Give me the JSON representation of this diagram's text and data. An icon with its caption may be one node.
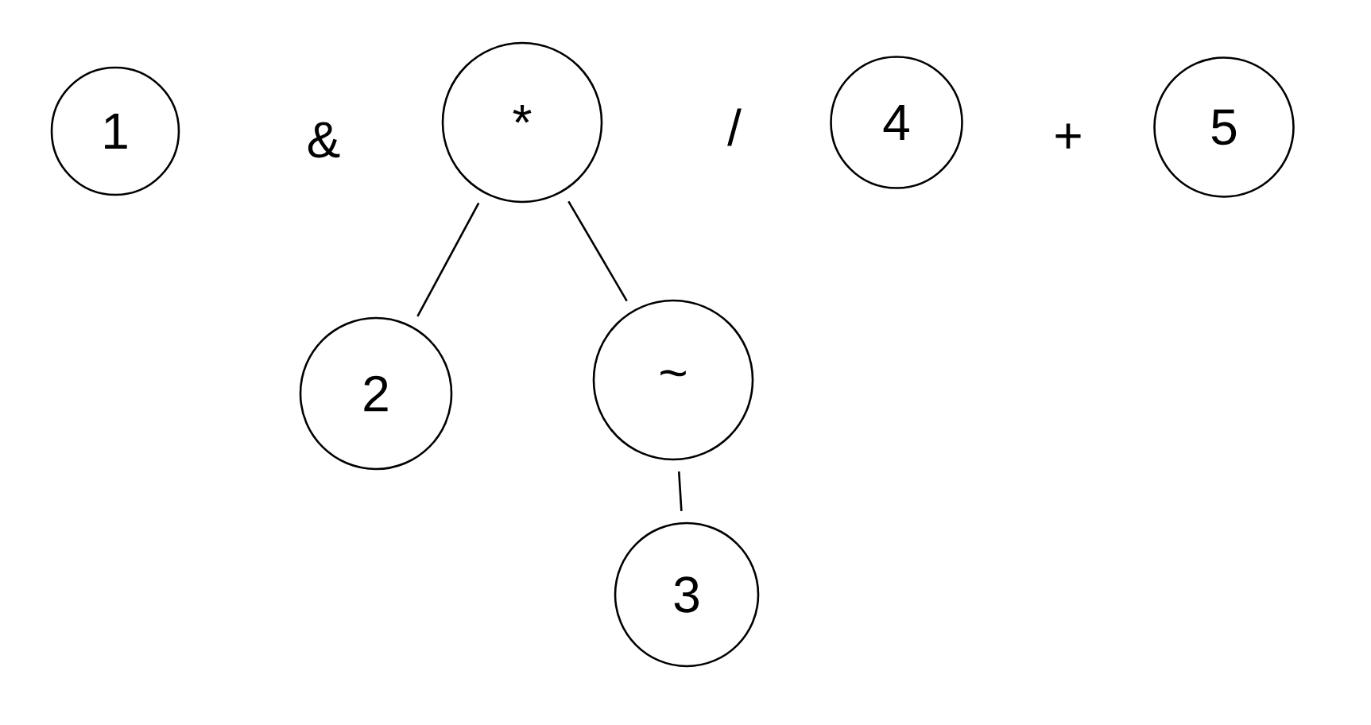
{
  "diagram": {
    "nodes": [
      {
        "text": [
          "1"
        ]
      },
      {
        "text": [
          "*"
        ]
      },
      {
        "text": [
          "4"
        ]
      },
      {
        "text": [
          "5"
        ]
      },
      {
        "text": [
          "2"
        ]
      },
      {
        "text": [
          "~"
        ]
      },
      {
        "text": [
          "3"
        ]
      }
    ],
    "edges": [
      {
        "from": 1,
        "to": 4,
        "arrow": "none"
      },
      {
        "from": 1,
        "to": 5,
        "arrow": "none"
      },
      {
        "from": 5,
        "to": 6,
        "arrow": "none"
      }
    ],
    "labels": [
      "&",
      "/",
      "+"
    ]
  }
}
